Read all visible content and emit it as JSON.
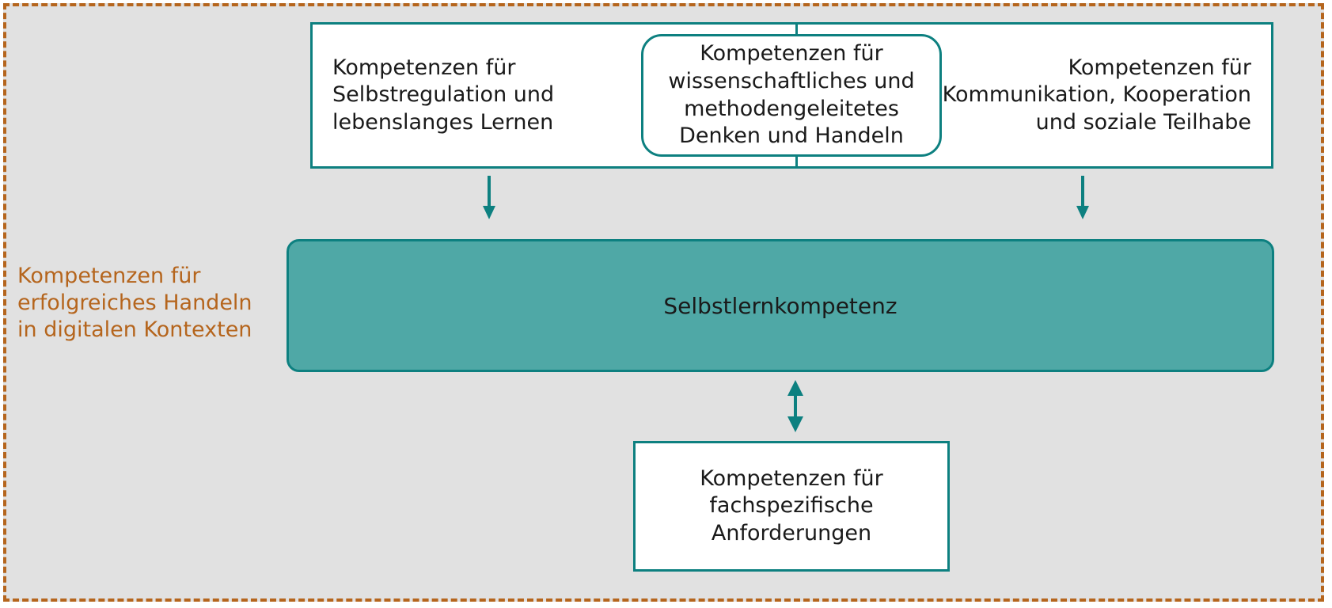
{
  "diagram": {
    "title": "Selbstlernkompetenz",
    "language": "de",
    "colors": {
      "canvas": "#e1e1e1",
      "frame_border": "#b5651d",
      "node_border": "#0d8080",
      "node_fill": "#ffffff",
      "highlight_fill": "#4fa8a6",
      "caption": "#b5651d",
      "text": "#1a1a1a",
      "arrow": "#0d8080"
    }
  },
  "caption": {
    "left_label": "Kompetenzen für\nerfolgreiches Handeln\nin digitalen Kontexten"
  },
  "nodes": {
    "selbstregulation": {
      "label": "Kompetenzen für\nSelbstregulation und\nlebenslanges Lernen",
      "align": "left",
      "shape": "rectangle"
    },
    "wissenschaftlich": {
      "label": "Kompetenzen für\nwissenschaftliches und\nmethodengeleitetes\nDenken und Handeln",
      "align": "center",
      "shape": "rounded-rectangle"
    },
    "kommunikation": {
      "label": "Kompetenzen für\nKommunikation, Kooperation\nund soziale Teilhabe",
      "align": "right",
      "shape": "rectangle"
    },
    "selbstlernkompetenz": {
      "label": "Selbstlernkompetenz",
      "align": "center",
      "shape": "rounded-bar"
    },
    "fachspezifisch": {
      "label": "Kompetenzen für\nfachspezifische\nAnforderungen",
      "align": "center",
      "shape": "rectangle"
    }
  },
  "arrows": {
    "left_down": "arrow-down-icon",
    "right_down": "arrow-down-icon",
    "bidirectional": "arrow-up-down-icon"
  }
}
